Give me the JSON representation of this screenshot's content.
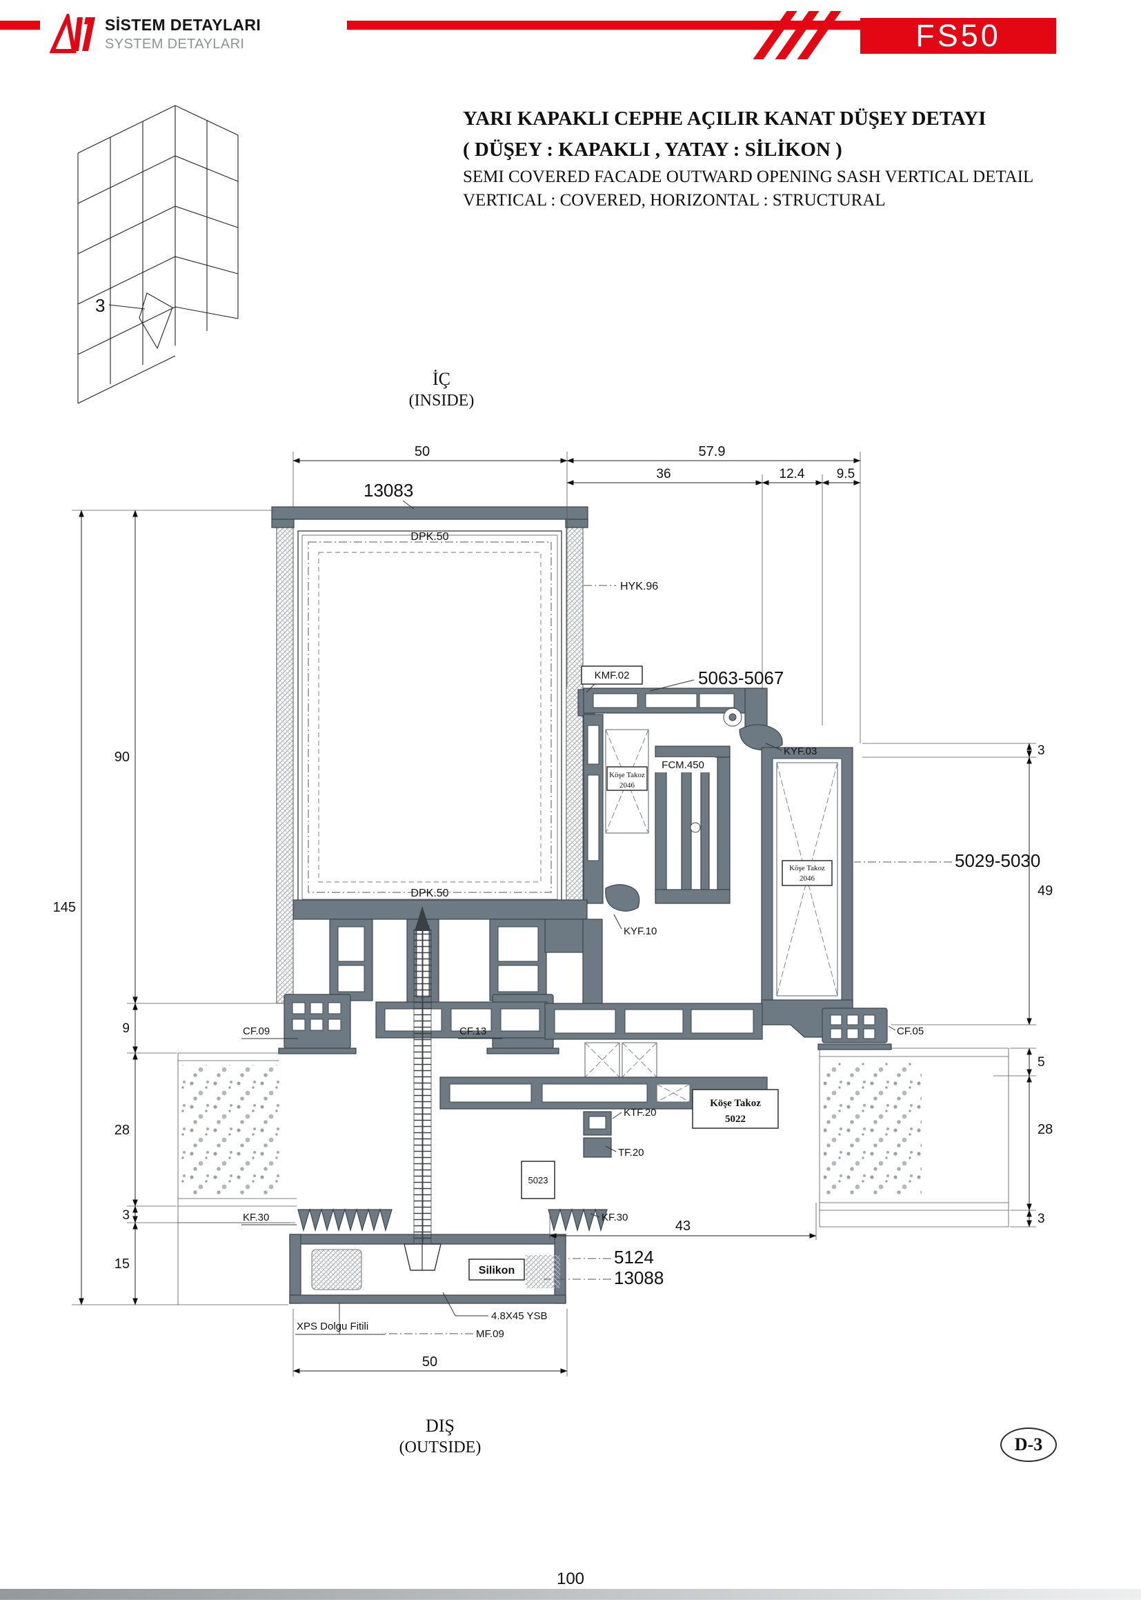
{
  "header": {
    "logo_title": "SİSTEM DETAYLARI",
    "logo_subtitle": "SYSTEM DETAYLARI",
    "system_code": "FS50"
  },
  "title": {
    "tr1": "YARI KAPAKLI CEPHE AÇILIR KANAT DÜŞEY DETAYI",
    "tr2": "( DÜŞEY : KAPAKLI , YATAY : SİLİKON )",
    "en1": "SEMI COVERED FACADE OUTWARD OPENING SASH VERTICAL DETAIL",
    "en2": "VERTICAL : COVERED, HORIZONTAL : STRUCTURAL"
  },
  "thumbnail": {
    "detail_no": "3"
  },
  "orientation": {
    "inside_tr": "İÇ",
    "inside_en": "(INSIDE)",
    "outside_tr": "DIŞ",
    "outside_en": "(OUTSIDE)"
  },
  "dims": {
    "top_50": "50",
    "top_57_9": "57.9",
    "top_36": "36",
    "top_12_4": "12.4",
    "top_9_5": "9.5",
    "left_145": "145",
    "left_90": "90",
    "left_9": "9",
    "left_28": "28",
    "left_3": "3",
    "left_15": "15",
    "right_3_top": "3",
    "right_49": "49",
    "right_5": "5",
    "right_28": "28",
    "right_3_bottom": "3",
    "bottom_43": "43",
    "bottom_50": "50"
  },
  "parts": {
    "p13083": "13083",
    "dpk50_top": "DPK.50",
    "dpk50_bottom": "DPK.50",
    "hyk96": "HYK.96",
    "kmf02": "KMF.02",
    "p5063": "5063-5067",
    "kyf03": "KYF.03",
    "fcm450": "FCM.450",
    "kt2046_a1": "Köşe Takoz",
    "kt2046_a2": "2046",
    "p5029": "5029-5030",
    "kt2046_b1": "Köşe Takoz",
    "kt2046_b2": "2046",
    "kyf10": "KYF.10",
    "cf09": "CF.09",
    "cf13": "CF.13",
    "cf05": "CF.05",
    "ktf20": "KTF.20",
    "kt5022_1": "Köşe Takoz",
    "kt5022_2": "5022",
    "tf20": "TF.20",
    "p5023": "5023",
    "kf30_left": "KF.30",
    "kf30_right": "KF.30",
    "silikon": "Silikon",
    "p5124": "5124",
    "p13088": "13088",
    "screw_spec": "4.8X45 YSB",
    "mf09": "MF.09",
    "xps": "XPS Dolgu Fitili"
  },
  "footer": {
    "page_number": "100",
    "detail_ref": "D-3"
  },
  "colors": {
    "accent_red": "#e30613",
    "profile_gray": "#6e7a83",
    "line_dark": "#1c1c1c"
  }
}
